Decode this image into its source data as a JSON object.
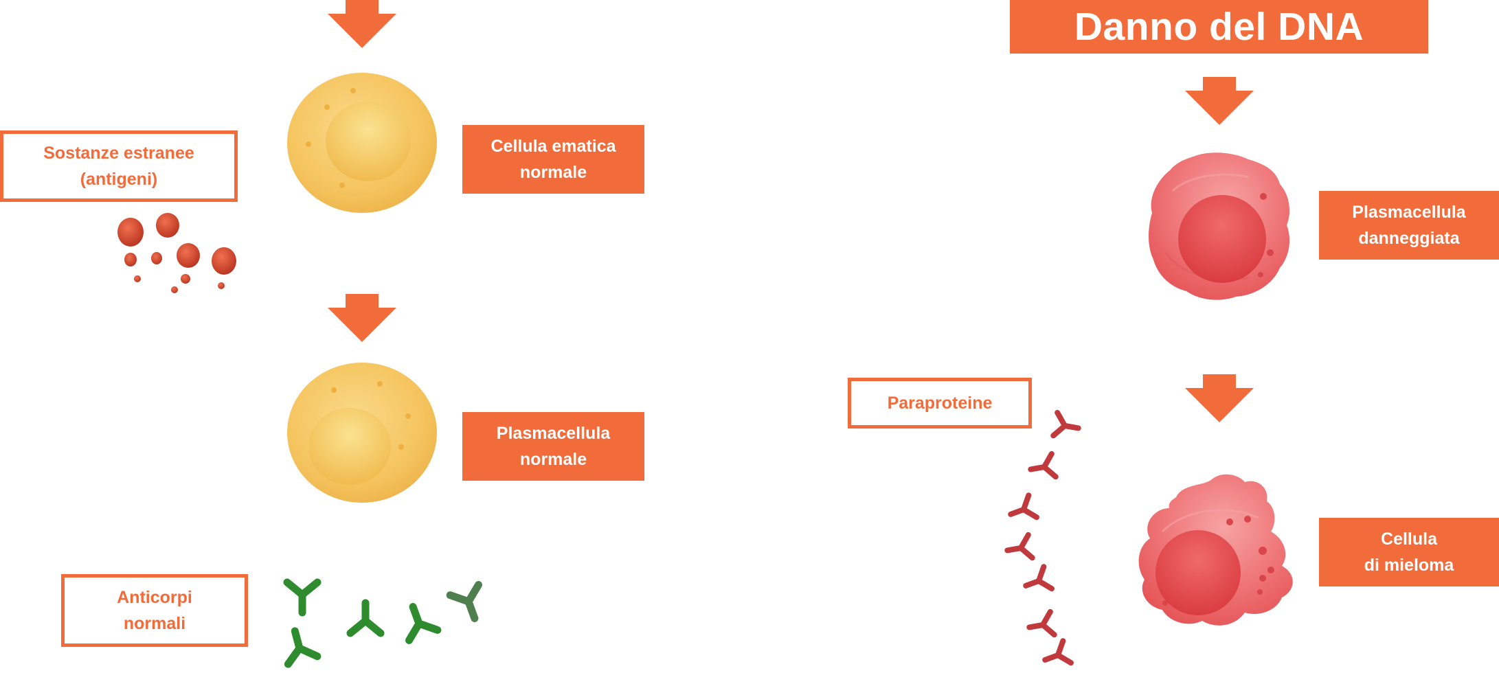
{
  "colors": {
    "accent": "#F26B3A",
    "normal_cell": "#F5C45E",
    "damaged_cell": "#E8555B",
    "antibody": "#2E8B2E",
    "paraprotein": "#C0393D",
    "antigen": "#D7452A"
  },
  "title": "Danno del DNA",
  "labels": {
    "foreign_substances": [
      "Sostanze estranee",
      "(antigeni)"
    ],
    "normal_blood_cell": [
      "Cellula ematica",
      "normale"
    ],
    "normal_plasma_cell": [
      "Plasmacellula",
      "normale"
    ],
    "normal_antibodies": [
      "Anticorpi",
      "normali"
    ],
    "damaged_plasma_cell": [
      "Plasmacellula",
      "danneggiata"
    ],
    "paraproteins": [
      "Paraproteine"
    ],
    "myeloma_cell": [
      "Cellula",
      "di mieloma"
    ]
  },
  "icons": {
    "arrow": "arrow-down-icon",
    "antibody": "y-antibody-icon",
    "antigen": "antigen-blob-icon",
    "cell": "cell-icon"
  }
}
